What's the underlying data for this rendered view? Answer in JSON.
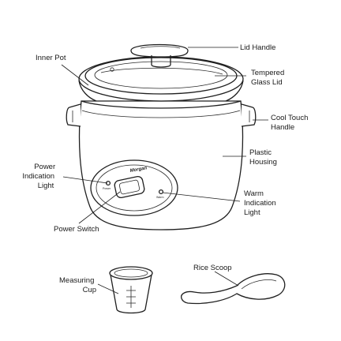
{
  "brand": "Morgan",
  "panel": {
    "left_mark": "Power",
    "right_mark": "Warm"
  },
  "labels": {
    "lid_handle": "Lid Handle",
    "inner_pot": "Inner Pot",
    "tempered_glass_lid": [
      "Tempered",
      "Glass Lid"
    ],
    "cool_touch_handle": [
      "Cool Touch",
      "Handle"
    ],
    "plastic_housing": [
      "Plastic",
      "Housing"
    ],
    "power_indication_light": [
      "Power",
      "Indication",
      "Light"
    ],
    "warm_indication_light": [
      "Warm",
      "Indication",
      "Light"
    ],
    "power_switch": "Power Switch",
    "rice_scoop": "Rice Scoop",
    "measuring_cup": [
      "Measuring",
      "Cup"
    ]
  }
}
